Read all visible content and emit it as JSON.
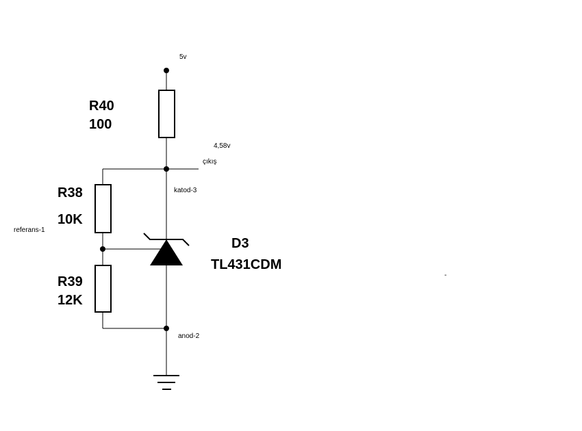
{
  "nets": {
    "supply": "5v",
    "output_voltage": "4,58v",
    "output": "çıkış",
    "cathode": "katod-3",
    "reference": "referans-1",
    "anode": "anod-2"
  },
  "components": {
    "r40": {
      "ref": "R40",
      "value": "100"
    },
    "r38": {
      "ref": "R38",
      "value": "10K"
    },
    "r39": {
      "ref": "R39",
      "value": "12K"
    },
    "d3": {
      "ref": "D3",
      "part": "TL431CDM"
    }
  },
  "stray_mark": "-"
}
